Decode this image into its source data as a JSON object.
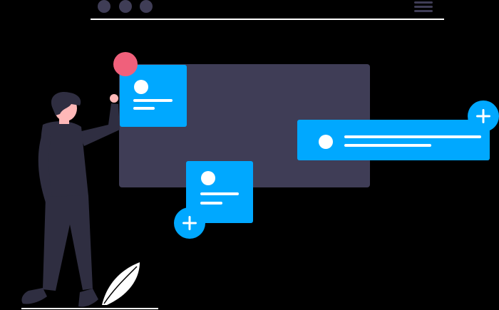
{
  "scene": {
    "type": "illustration",
    "subject": "person-adding-cards-to-board"
  },
  "colors": {
    "background": "#000000",
    "panel": "#3f3d56",
    "card": "#00a8ff",
    "card_detail": "#ffffff",
    "accent_dot": "#f0607b",
    "window_dots": "#3f3d56",
    "window_line": "#ffffff",
    "skin": "#ffb8b8",
    "hair": "#2f2e41",
    "clothing": "#2f2e41",
    "leaf": "#ffffff"
  },
  "icons": [
    "window-dot-icon",
    "hamburger-menu-icon",
    "plus-icon",
    "avatar-icon",
    "leaf-icon"
  ],
  "cards": [
    {
      "name": "card-top-left",
      "role": "profile-card",
      "has_plus": false
    },
    {
      "name": "card-right",
      "role": "list-card",
      "has_plus": true
    },
    {
      "name": "card-bottom",
      "role": "profile-card",
      "has_plus": true
    }
  ]
}
